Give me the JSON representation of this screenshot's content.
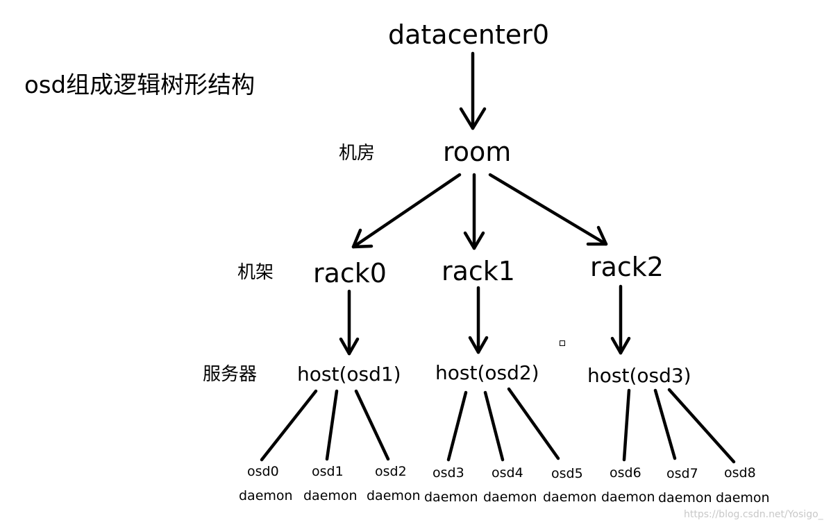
{
  "title": "osd组成逻辑树形结构",
  "nodes": {
    "datacenter": "datacenter0",
    "room": "room",
    "racks": [
      "rack0",
      "rack1",
      "rack2"
    ],
    "hosts": [
      "host(osd1)",
      "host(osd2)",
      "host(osd3)"
    ],
    "osds": [
      "osd0",
      "osd1",
      "osd2",
      "osd3",
      "osd4",
      "osd5",
      "osd6",
      "osd7",
      "osd8"
    ],
    "daemon_label": "daemon"
  },
  "level_labels": {
    "room": "机房",
    "rack": "机架",
    "host": "服务器"
  },
  "watermark": "https://blog.csdn.net/Yosigo_"
}
